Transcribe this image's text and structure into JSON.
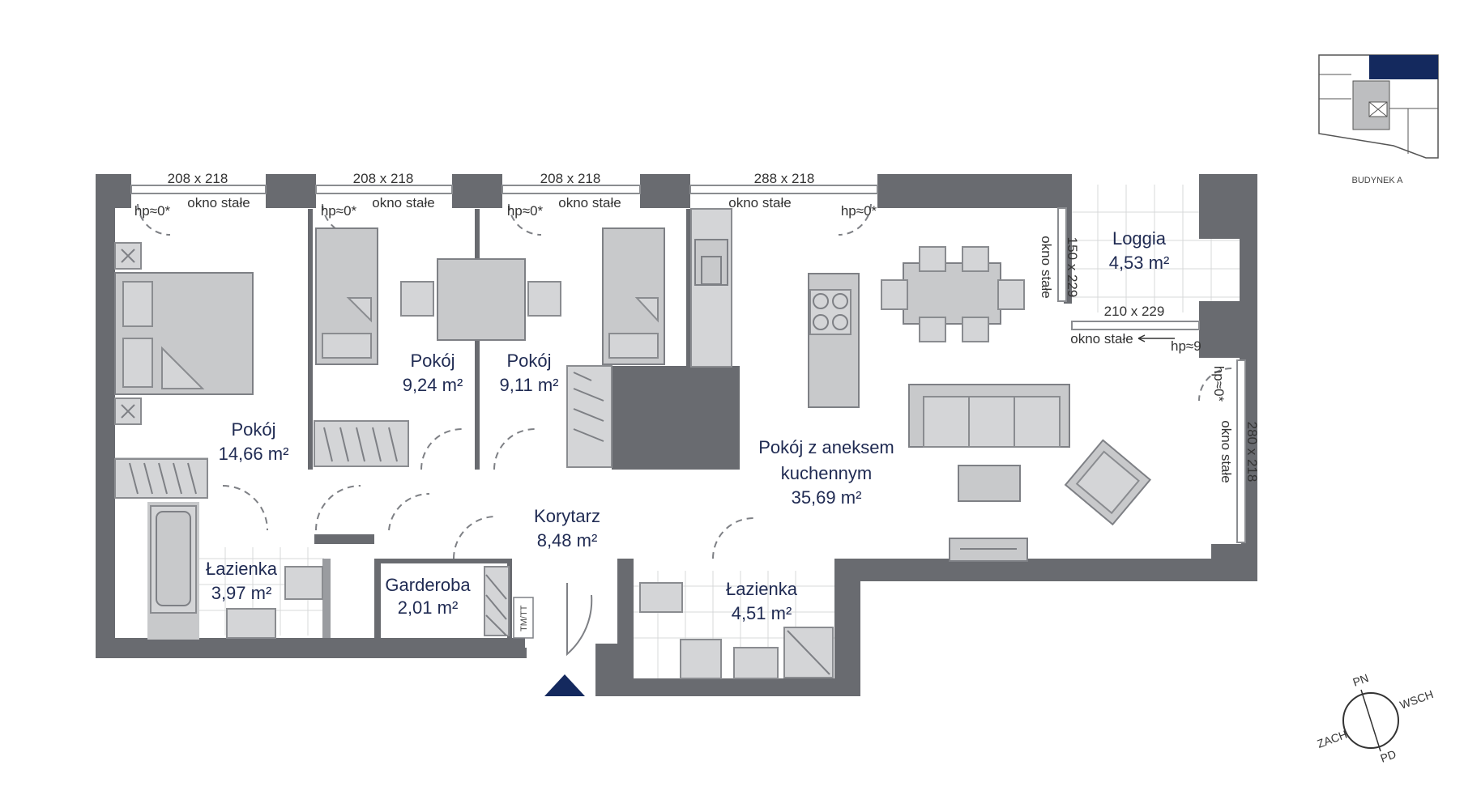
{
  "rooms": {
    "room1": {
      "name": "Pokój",
      "area": "14,66 m²"
    },
    "room2": {
      "name": "Pokój",
      "area": "9,24 m²"
    },
    "room3": {
      "name": "Pokój",
      "area": "9,11 m²"
    },
    "living": {
      "name1": "Pokój z aneksem",
      "name2": "kuchennym",
      "area": "35,69 m²"
    },
    "loggia": {
      "name": "Loggia",
      "area": "4,53 m²"
    },
    "corridor": {
      "name": "Korytarz",
      "area": "8,48 m²"
    },
    "bath1": {
      "name": "Łazienka",
      "area": "3,97 m²"
    },
    "wardrobe": {
      "name": "Garderoba",
      "area": "2,01 m²"
    },
    "bath2": {
      "name": "Łazienka",
      "area": "4,51 m²"
    }
  },
  "windows": {
    "w1": {
      "size": "208 x 218",
      "type": "okno stałe",
      "hp": "hp≈0*"
    },
    "w2": {
      "size": "208 x 218",
      "type": "okno stałe",
      "hp": "hp≈0*"
    },
    "w3": {
      "size": "208 x 218",
      "type": "okno stałe",
      "hp": "hp≈0*"
    },
    "w4": {
      "size": "288 x 218",
      "type": "okno stałe",
      "hp": "hp≈0*"
    },
    "w5": {
      "size": "150 x 229",
      "type": "okno stałe"
    },
    "w6": {
      "size": "210 x 229",
      "type": "okno stałe",
      "hp": "hp≈9"
    },
    "w7": {
      "size": "280 x 218",
      "type": "okno stałe",
      "hp": "hp≈0*"
    }
  },
  "entry_label": "TM/TT",
  "building_label": "BUDYNEK A",
  "compass": {
    "north": "PN",
    "east": "WSCH",
    "south": "PD",
    "west": "ZACH"
  },
  "colors": {
    "wall": "#696b70",
    "accent": "#1f2a52",
    "highlight": "#14295e"
  }
}
